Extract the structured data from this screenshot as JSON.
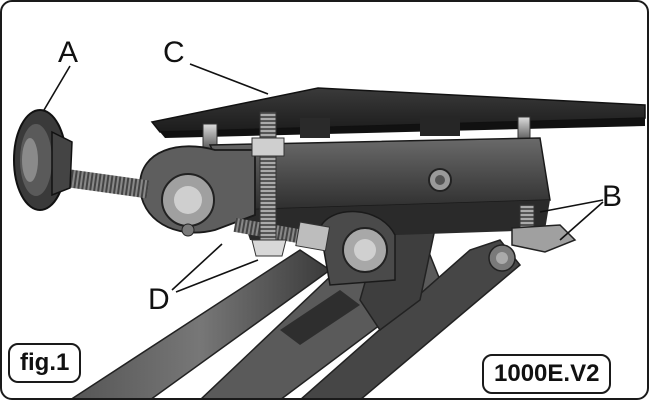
{
  "callouts": {
    "a": "A",
    "b": "B",
    "c": "C",
    "d": "D"
  },
  "figure_label": "fig.1",
  "model_label": "1000E.V2",
  "colors": {
    "metal_dark": "#2b2b2b",
    "metal_mid": "#4a4a4a",
    "metal_light": "#8a8a8a",
    "steel": "#b8b8b8",
    "background": "#ffffff",
    "ink": "#111111"
  }
}
